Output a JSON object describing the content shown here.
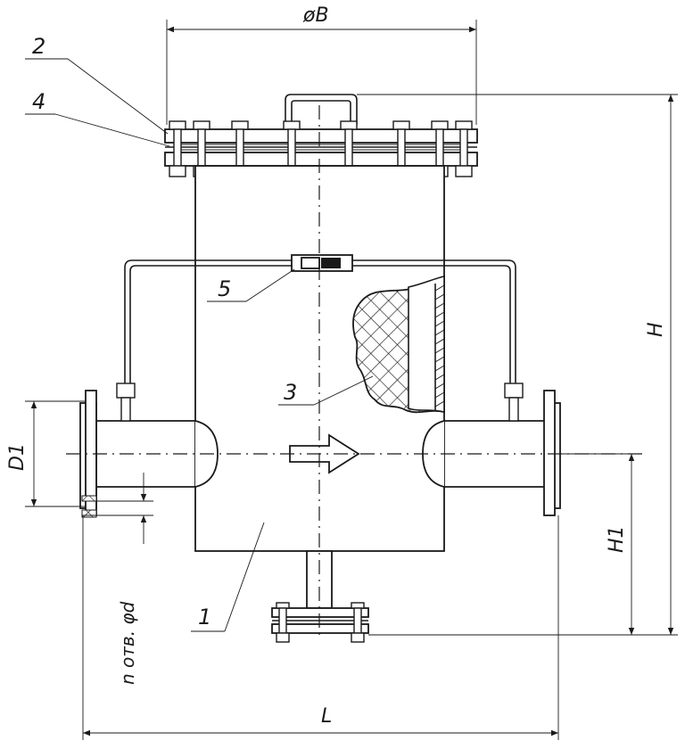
{
  "labels": {
    "diameter_b": "øB",
    "height_h": "H",
    "height_h1": "H1",
    "length_l": "L",
    "diameter_d1": "D1",
    "holes": "n отв. φd"
  },
  "callouts": {
    "item_1": "1",
    "item_2": "2",
    "item_3": "3",
    "item_4": "4",
    "item_5": "5"
  }
}
